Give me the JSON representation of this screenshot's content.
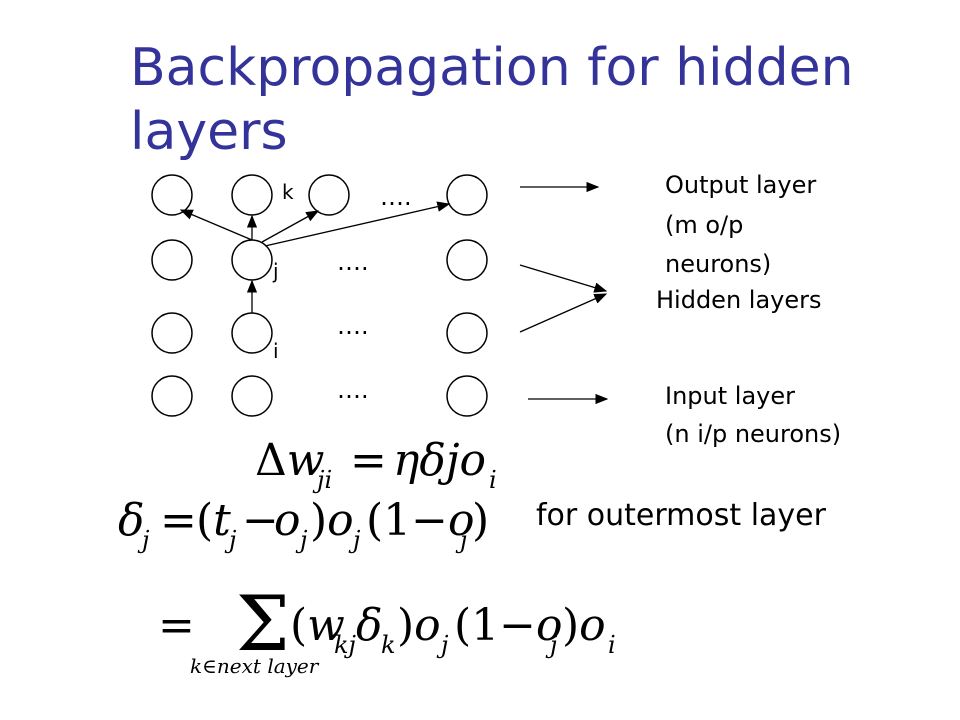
{
  "title": "Backpropagation for hidden layers",
  "neuron_labels": {
    "k": "k",
    "j": "j",
    "i": "i"
  },
  "ellipsis": "….",
  "layer_labels": {
    "output": [
      "Output layer",
      "(m o/p",
      "neurons)"
    ],
    "hidden": "Hidden layers",
    "input": [
      "Input layer",
      "(n i/p neurons)"
    ]
  },
  "caption": "for outermost layer",
  "equations": {
    "weight_update": "Δw_ji = η δj o_i",
    "delta_outer": "δ_j = (t_j − o_j) o_j (1 − o_j)",
    "delta_hidden": "= Σ_{k∈next layer} (w_kj δ_k) o_j (1 − o_j) o_i",
    "sum_subscript": "k∈next layer"
  }
}
